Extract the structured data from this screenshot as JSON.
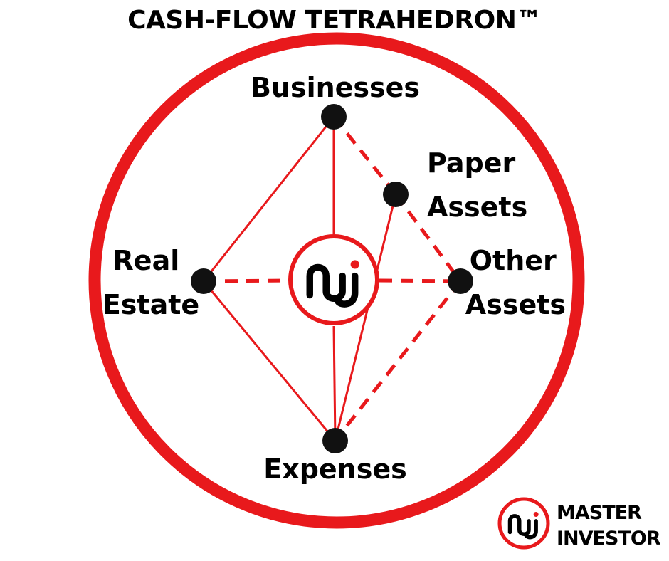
{
  "title": "CASH-FLOW TETRAHEDRON™",
  "colors": {
    "accent": "#e8191c",
    "node": "#111111",
    "text": "#000000"
  },
  "nodes": {
    "businesses": {
      "lines": [
        "Businesses"
      ]
    },
    "paper_assets": {
      "lines": [
        "Paper",
        "Assets"
      ]
    },
    "other_assets": {
      "lines": [
        "Other",
        "Assets"
      ]
    },
    "real_estate": {
      "lines": [
        "Real",
        "Estate"
      ]
    },
    "expenses": {
      "lines": [
        "Expenses"
      ]
    }
  },
  "center_logo": {
    "icon": "mi-logo-icon"
  },
  "brand": {
    "icon": "mi-logo-icon",
    "line1": "MASTER",
    "line2": "INVESTOR"
  }
}
